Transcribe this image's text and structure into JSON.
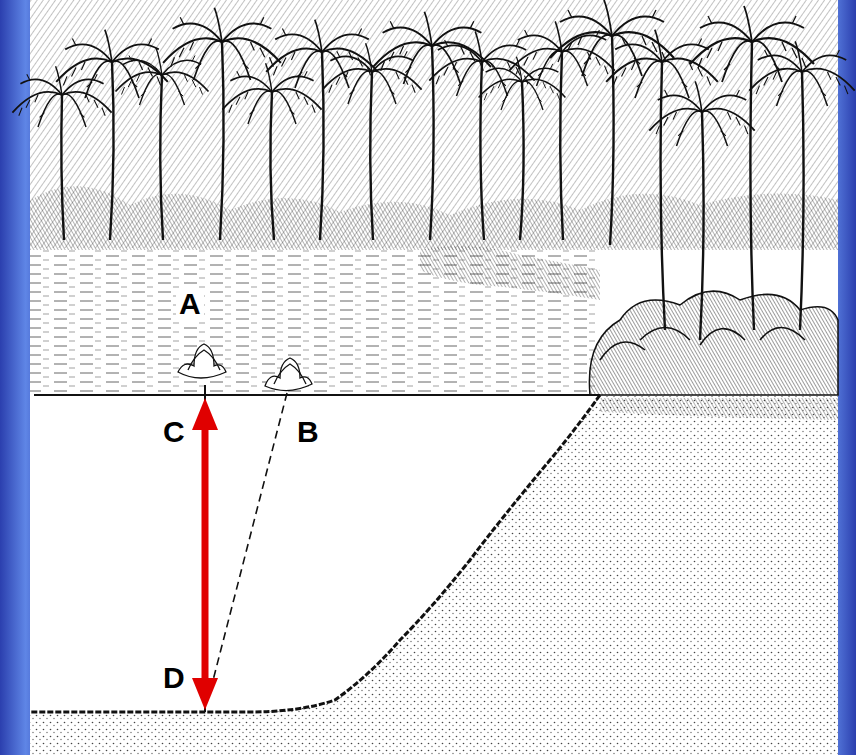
{
  "diagram": {
    "labels": [
      "A",
      "C",
      "B",
      "D"
    ]
  }
}
